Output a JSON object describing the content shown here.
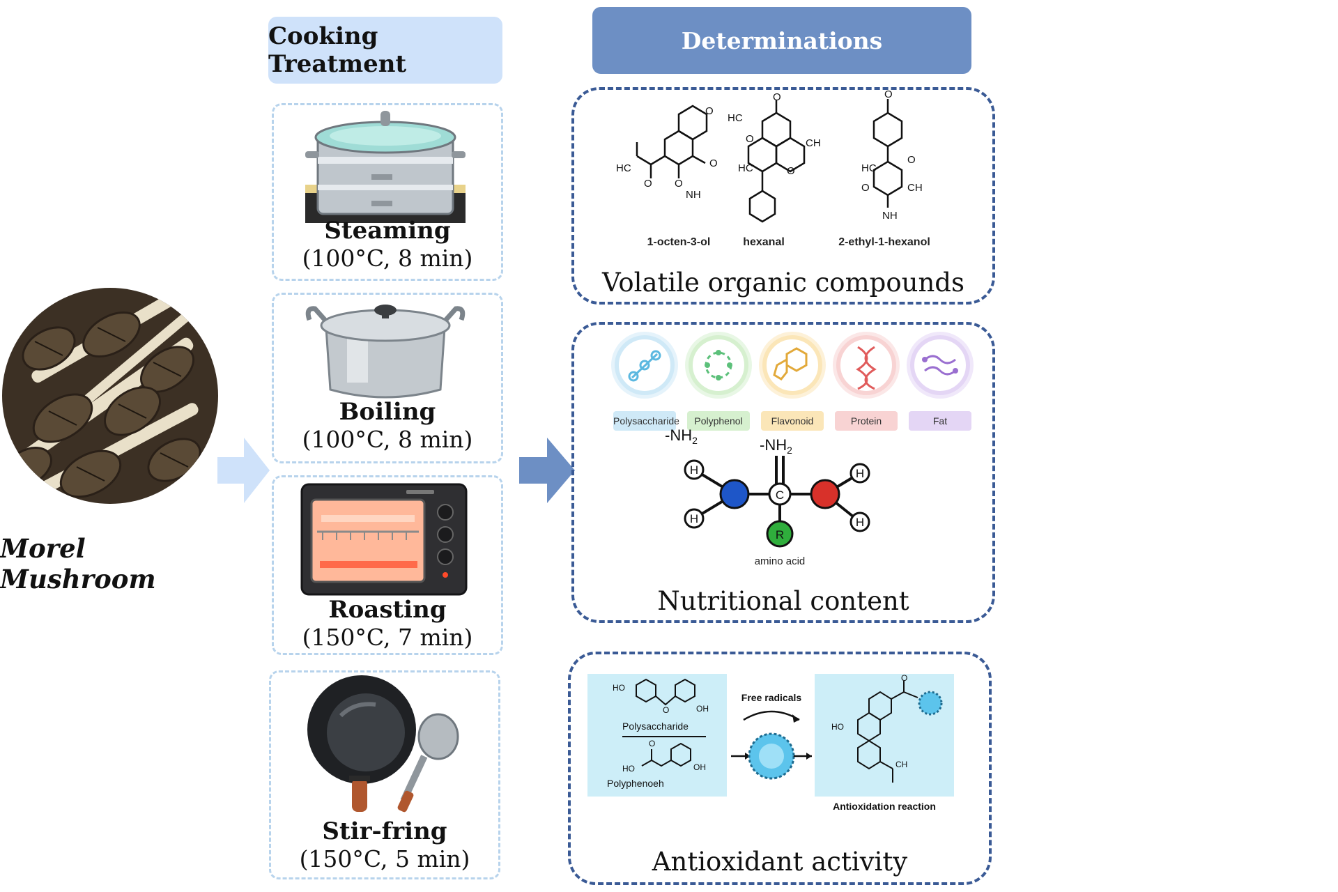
{
  "headers": {
    "cooking_treatment": "Cooking Treatment",
    "determinations": "Determinations"
  },
  "source": {
    "label": "Morel Mushroom"
  },
  "steps": [
    {
      "name": "Steaming",
      "condition": "(100°C, 8 min)",
      "icon": "steamer-pot-icon"
    },
    {
      "name": "Boiling",
      "condition": "(100°C, 8 min)",
      "icon": "cooking-pot-icon"
    },
    {
      "name": "Roasting",
      "condition": "(150°C, 7 min)",
      "icon": "oven-icon"
    },
    {
      "name": "Stir-fring",
      "condition": "(150°C, 5 min)",
      "icon": "wok-icon"
    }
  ],
  "volatile": {
    "title": "Volatile organic compounds",
    "compounds": [
      "1-octen-3-ol",
      "hexanal",
      "2-ethyl-1-hexanol"
    ]
  },
  "nutrition": {
    "title": "Nutritional content",
    "items": [
      {
        "label": "Polysaccharide",
        "color": "#5bb8e0",
        "tag": "#cfe9f7"
      },
      {
        "label": "Polyphenol",
        "color": "#5cc07a",
        "tag": "#d6f0cf"
      },
      {
        "label": "Flavonoid",
        "color": "#e2a93a",
        "tag": "#fbe6b8"
      },
      {
        "label": "Protein",
        "color": "#e05b5b",
        "tag": "#f8d3d3"
      },
      {
        "label": "Fat",
        "color": "#9a6fd0",
        "tag": "#e4d6f5"
      }
    ],
    "amino": {
      "nh2_left": "-NH",
      "nh2_top": "-NH",
      "sub": "2",
      "h": "H",
      "c": "C",
      "r": "R",
      "caption": "amino acid"
    }
  },
  "antioxidant": {
    "title": "Antioxidant activity",
    "polysaccharide": "Polysaccharide",
    "polyphenol": "Polyphenoeh",
    "free_radicals": "Free radicals",
    "reaction": "Antioxidation reaction"
  },
  "colors": {
    "header_light": "#cfe2fa",
    "header_dark": "#6d8fc4",
    "arrow_light": "#cfe2fa",
    "arrow_dark": "#6d8fc4",
    "det_border": "#3a5a95"
  }
}
